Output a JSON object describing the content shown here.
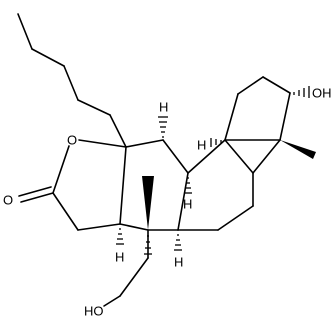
{
  "molecule": {
    "atom_labels": {
      "ring_oxygen": "O",
      "carbonyl_oxygen": "O",
      "hydroxyl_ring": "OH",
      "hydroxyl_chain": "HO",
      "h_c9": "H",
      "h_c8": "H",
      "h_c14": "H",
      "h_c3a": "H",
      "h_c5": "H"
    },
    "colors": {
      "bond": "#000000",
      "background": "#ffffff"
    }
  }
}
